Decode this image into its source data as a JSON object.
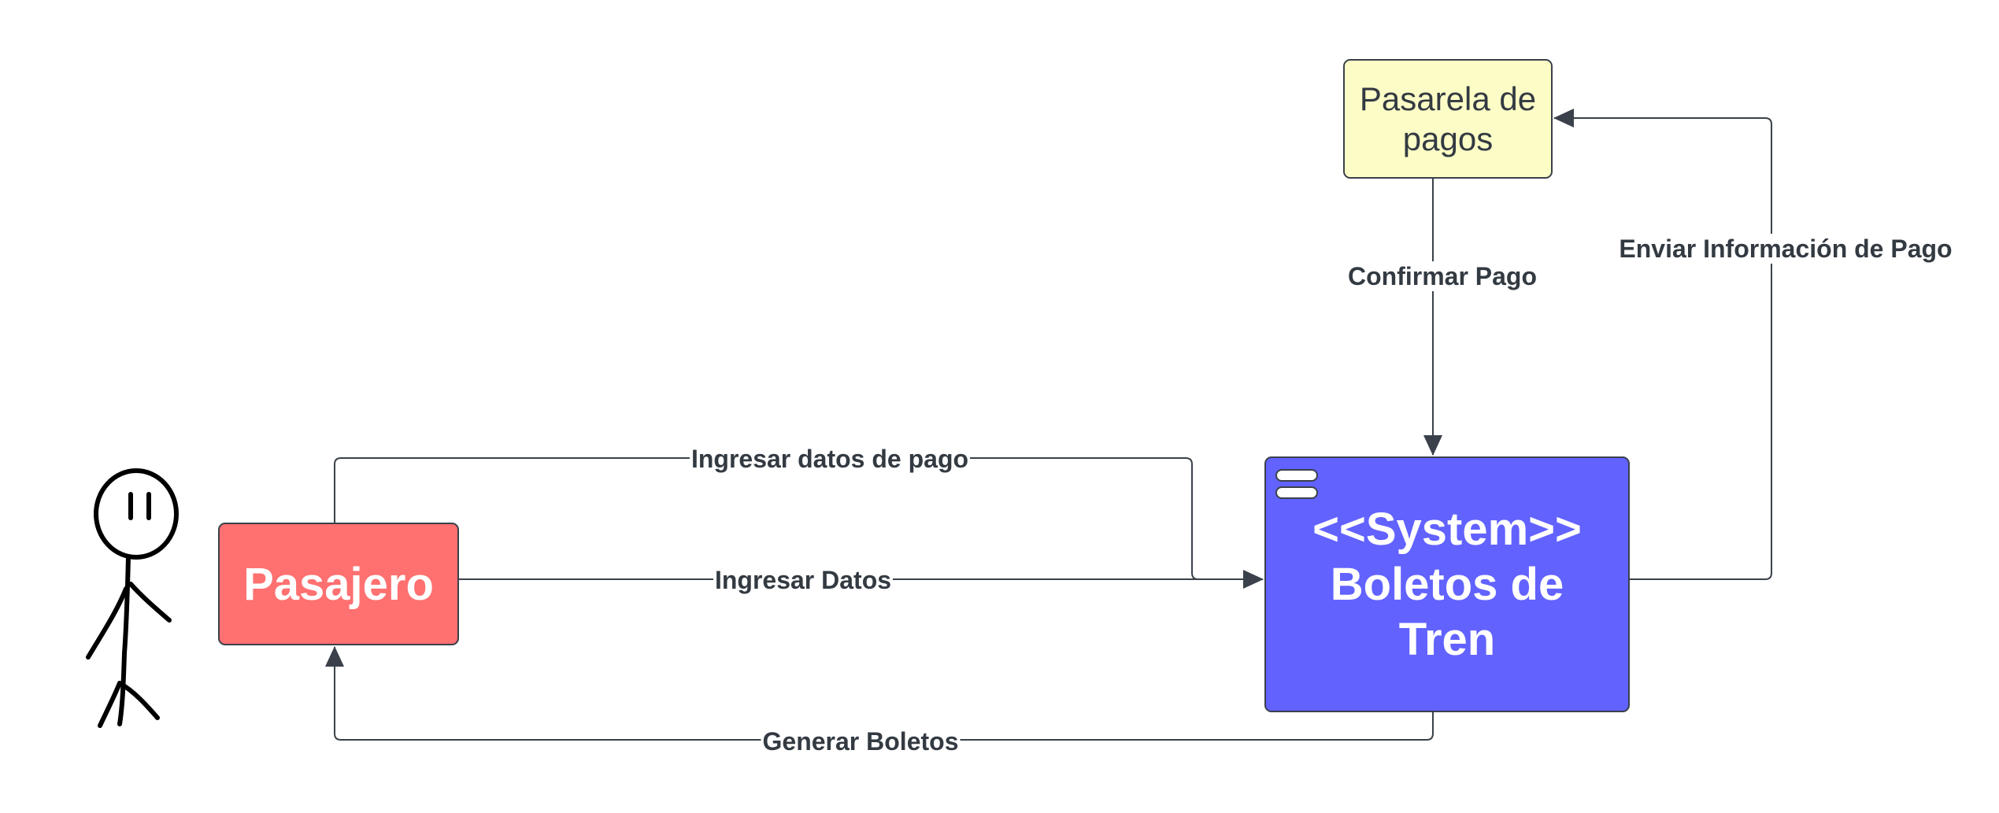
{
  "colors": {
    "line": "#3a414a",
    "pasajero_fill": "#ff7070",
    "pasarela_fill": "#fcfcc6",
    "system_fill": "#6262ff",
    "label_text": "#333a42"
  },
  "nodes": {
    "pasajero": {
      "label": "Pasajero"
    },
    "pasarela": {
      "label": "Pasarela de pagos"
    },
    "system": {
      "stereotype": "<<System>>",
      "name_line1": "Boletos de",
      "name_line2": "Tren",
      "icon": "component-icon"
    },
    "actor": {
      "icon": "stick-figure-icon"
    }
  },
  "edges": {
    "ingresar_datos_pago": "Ingresar datos de pago",
    "ingresar_datos": "Ingresar Datos",
    "generar_boletos": "Generar Boletos",
    "confirmar_pago": "Confirmar Pago",
    "enviar_informacion": "Enviar Información de Pago"
  }
}
